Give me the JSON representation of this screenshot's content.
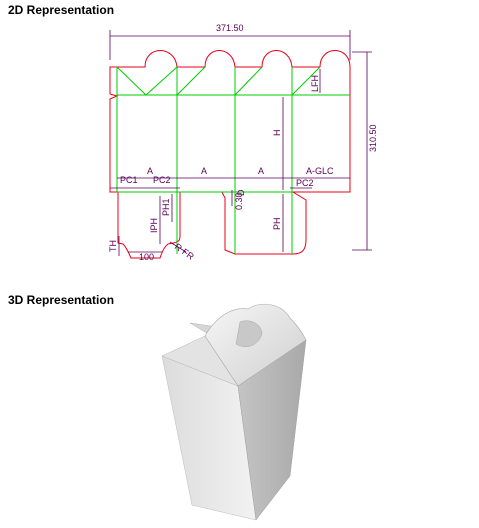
{
  "sections": {
    "title_2d": "2D Representation",
    "title_3d": "3D Representation"
  },
  "colors": {
    "cut": "#e8001c",
    "crease": "#00cc00",
    "dimension": "#5a005a",
    "box_light": "#e6e6e6",
    "box_mid": "#cfcfcf",
    "box_dark": "#b3b3b3"
  },
  "dielines": {
    "overall_width": "371.50",
    "overall_height": "310.50",
    "labels": {
      "A1": "A",
      "A2": "A",
      "A3": "A",
      "AGLC": "A-GLC",
      "PC1": "PC1",
      "PC2a": "PC2",
      "PC2b": "PC2",
      "H": "H",
      "LFH": "LFH",
      "PH": "PH",
      "IPH": "IPH",
      "PH1": "PH1",
      "TH": "TH",
      "B": "100",
      "RFR": "R FR",
      "D": "D",
      "OD": "0.30"
    }
  }
}
